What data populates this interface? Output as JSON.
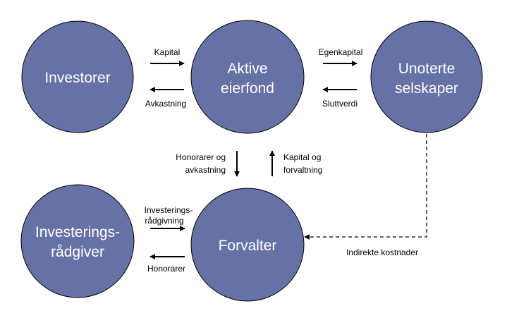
{
  "colors": {
    "node_fill": "#6672a6",
    "node_stroke": "#000000",
    "arrow": "#000000",
    "text_on_node": "#ffffff"
  },
  "nodes": {
    "investorer": {
      "lines": [
        "Investorer"
      ]
    },
    "aktive_eierfond": {
      "lines": [
        "Aktive",
        "eierfond"
      ]
    },
    "unoterte_selskaper": {
      "lines": [
        "Unoterte",
        "selskaper"
      ]
    },
    "investeringsradgiver": {
      "lines": [
        "Investerings-",
        "rådgiver"
      ]
    },
    "forvalter": {
      "lines": [
        "Forvalter"
      ]
    }
  },
  "edges": {
    "kapital": {
      "lines": [
        "Kapital"
      ]
    },
    "avkastning": {
      "lines": [
        "Avkastning"
      ]
    },
    "egenkapital": {
      "lines": [
        "Egenkapital"
      ]
    },
    "sluttverdi": {
      "lines": [
        "Sluttverdi"
      ]
    },
    "honorarer_og_avkastning": {
      "lines": [
        "Honorarer og",
        "avkastning"
      ]
    },
    "kapital_og_forvaltning": {
      "lines": [
        "Kapital og",
        "forvaltning"
      ]
    },
    "investeringsradgivning": {
      "lines": [
        "Investerings-",
        "rådgivning"
      ]
    },
    "honorarer": {
      "lines": [
        "Honorarer"
      ]
    },
    "indirekte_kostnader": {
      "lines": [
        "Indirekte kostnader"
      ]
    }
  }
}
